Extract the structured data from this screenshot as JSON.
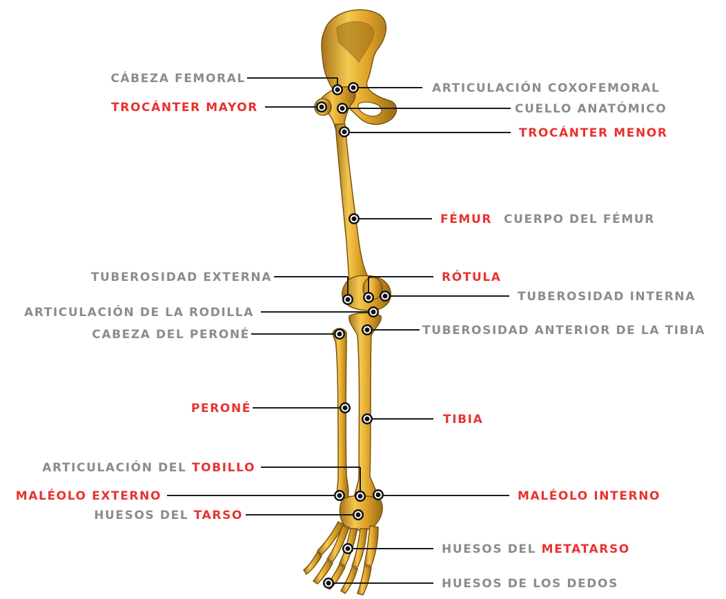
{
  "labels": {
    "cabeza_femoral": "CÁBEZA FEMORAL",
    "articulacion_coxofemoral": "ARTICULACIÓN COXOFEMORAL",
    "trocanter_mayor": "TROCÁNTER MAYOR",
    "cuello_anatomico": "CUELLO ANATÓMICO",
    "trocanter_menor": "TROCÁNTER MENOR",
    "femur": "FÉMUR",
    "cuerpo_del_femur": "CUERPO DEL FÉMUR",
    "tuberosidad_externa": "TUBEROSIDAD EXTERNA",
    "rotula": "RÓTULA",
    "tuberosidad_interna": "TUBEROSIDAD INTERNA",
    "articulacion_de_la_rodilla": "ARTICULACIÓN DE LA RODILLA",
    "cabeza_del_perone": "CABEZA DEL PERONÉ",
    "tuberosidad_anterior_tibia": "TUBEROSIDAD ANTERIOR DE LA TIBIA",
    "perone": "PERONÉ",
    "tibia": "TIBIA",
    "articulacion_del": "ARTICULACIÓN DEL ",
    "tobillo": "TOBILLO",
    "maleolo_externo": "MALÉOLO EXTERNO",
    "maleolo_interno": "MALÉOLO INTERNO",
    "huesos_del_1": "HUESOS DEL ",
    "tarso": "TARSO",
    "huesos_del_2": "HUESOS DEL ",
    "metatarso": "METATARSO",
    "huesos_de_los_dedos": "HUESOS DE LOS DEDOS"
  },
  "colors": {
    "gray_label": "#8c8c8c",
    "red_label": "#e8322f",
    "bone_light": "#f2c24a",
    "bone_mid": "#d99a22",
    "bone_dark": "#9c6d14"
  }
}
